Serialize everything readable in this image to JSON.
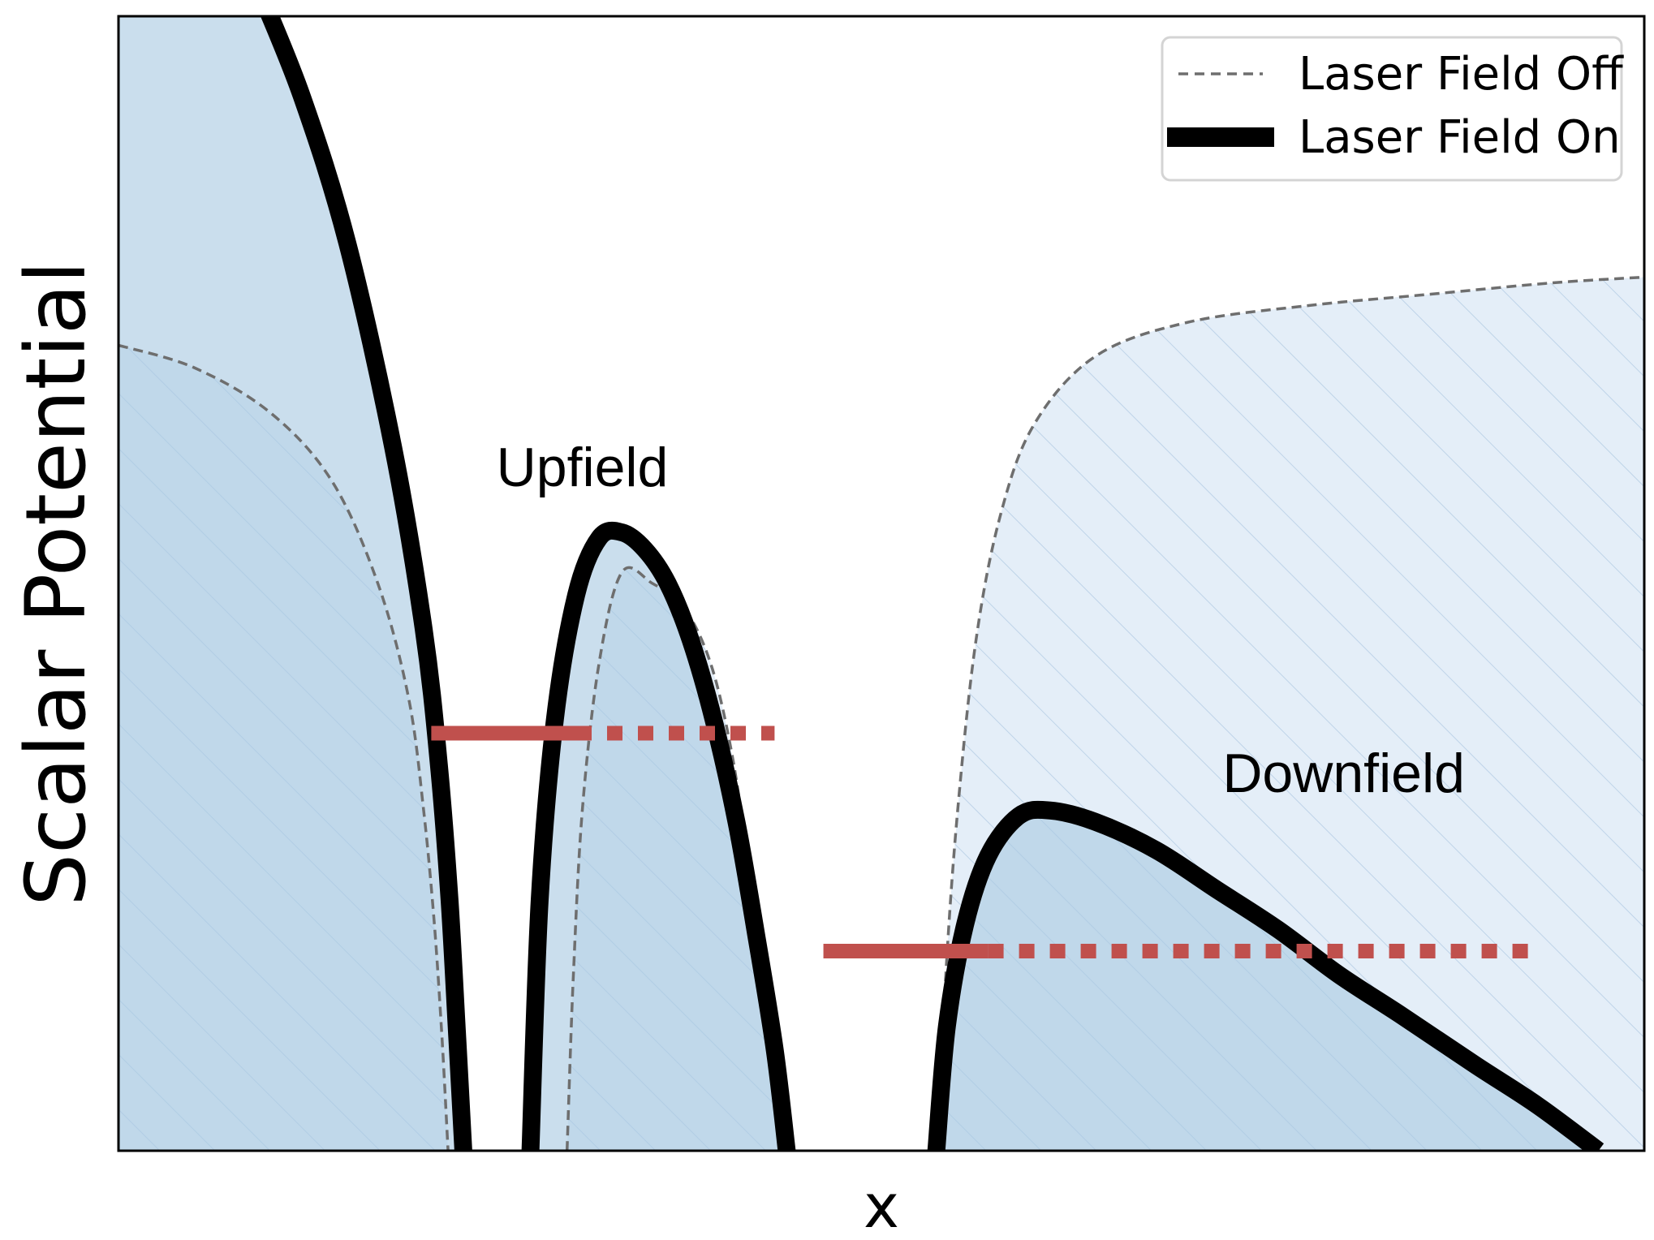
{
  "chart_data": {
    "type": "line",
    "xlabel": "x",
    "ylabel": "Scalar Potential",
    "xlim": [
      0,
      10
    ],
    "ylim": [
      0,
      10
    ],
    "ticks_visible": false,
    "grid": false,
    "legend_position": "top-right",
    "legend": [
      {
        "label": "Laser Field Off",
        "style": "dashed",
        "color": "#6e6e6e"
      },
      {
        "label": "Laser Field On",
        "style": "solid-thick",
        "color": "#000000"
      }
    ],
    "fill_color": "#a9c9e2",
    "fill_color_light": "#e4eef8",
    "level_color": "#c0504d",
    "series": [
      {
        "name": "Laser Field Off",
        "segments": [
          {
            "x": [
              0.0,
              0.5,
              1.0,
              1.4,
              1.7,
              1.9,
              2.0,
              2.07,
              2.12,
              2.16
            ],
            "y": [
              7.1,
              6.9,
              6.5,
              5.9,
              5.0,
              4.0,
              3.0,
              2.0,
              1.0,
              0.0
            ]
          },
          {
            "x": [
              2.94,
              2.98,
              3.04,
              3.15,
              3.3,
              3.5,
              3.7,
              3.88,
              4.02,
              4.13,
              4.22,
              4.3,
              4.36
            ],
            "y": [
              0.0,
              1.5,
              3.0,
              4.3,
              5.1,
              5.0,
              4.8,
              4.3,
              3.5,
              2.5,
              1.5,
              0.5,
              0.0
            ]
          },
          {
            "x": [
              5.37,
              5.42,
              5.5,
              5.62,
              5.78,
              6.0,
              6.4,
              7.0,
              7.8,
              8.6,
              9.4,
              10.0
            ],
            "y": [
              0.0,
              1.5,
              3.0,
              4.5,
              5.6,
              6.4,
              7.0,
              7.3,
              7.45,
              7.55,
              7.65,
              7.7
            ]
          }
        ]
      },
      {
        "name": "Laser Field On",
        "segments": [
          {
            "x": [
              0.9,
              1.2,
              1.5,
              1.8,
              2.0,
              2.1,
              2.17,
              2.22,
              2.26
            ],
            "y": [
              10.3,
              9.3,
              8.0,
              6.2,
              4.6,
              3.4,
              2.2,
              1.0,
              0.0
            ]
          },
          {
            "x": [
              2.7,
              2.76,
              2.86,
              3.0,
              3.15,
              3.3,
              3.45,
              3.6,
              3.75,
              3.9,
              4.05,
              4.18,
              4.3,
              4.38
            ],
            "y": [
              0.0,
              2.2,
              3.8,
              4.9,
              5.4,
              5.45,
              5.3,
              5.0,
              4.5,
              3.8,
              2.9,
              1.9,
              0.9,
              0.0
            ]
          },
          {
            "x": [
              5.36,
              5.43,
              5.55,
              5.7,
              5.9,
              6.1,
              6.4,
              6.8,
              7.2,
              7.6,
              8.0,
              8.4,
              8.9,
              9.3,
              9.7
            ],
            "y": [
              0.0,
              1.1,
              2.0,
              2.6,
              2.95,
              3.0,
              2.9,
              2.65,
              2.3,
              1.95,
              1.55,
              1.2,
              0.75,
              0.4,
              0.0
            ]
          }
        ]
      }
    ],
    "levels": [
      {
        "y": 3.68,
        "solid_x": [
          2.05,
          3.0
        ],
        "dotted_x": [
          3.0,
          4.3
        ]
      },
      {
        "y": 1.76,
        "solid_x": [
          4.62,
          5.7
        ],
        "dotted_x": [
          5.7,
          9.3
        ]
      }
    ],
    "annotations": [
      {
        "text": "Upfield",
        "x": 3.04,
        "y": 5.86
      },
      {
        "text": "Downfield",
        "x": 8.03,
        "y": 3.16
      }
    ]
  }
}
